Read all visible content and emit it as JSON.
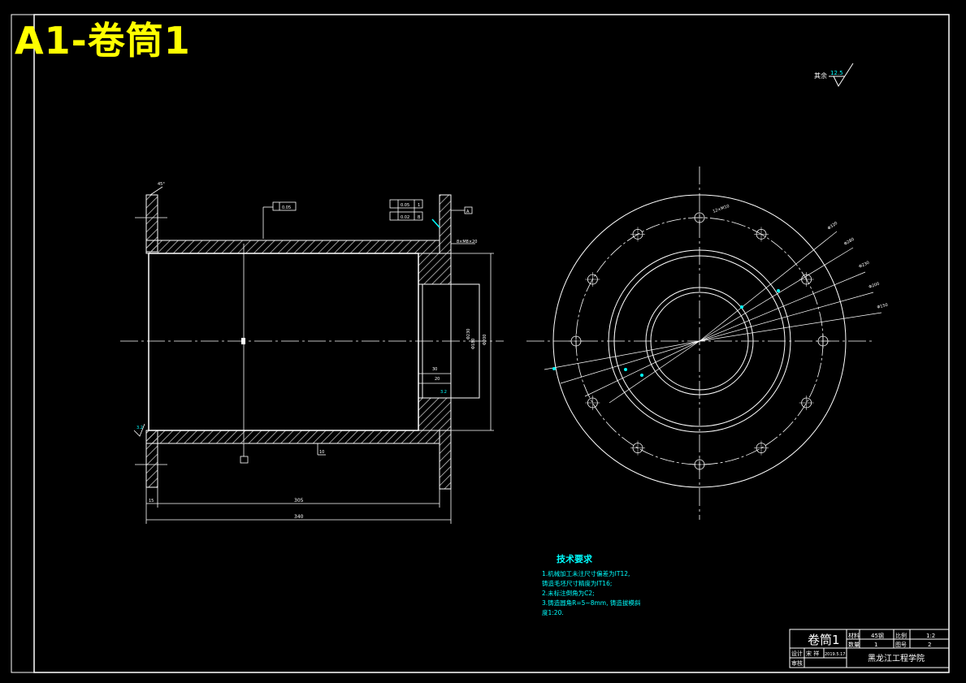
{
  "headline": "A1-卷筒1",
  "roughness": {
    "label": "其余",
    "value": "12.5"
  },
  "tech_requirements": {
    "title": "技术要求",
    "lines": [
      "1.机械加工未注尺寸偏差为IT12,",
      "铸造毛坯尺寸精度为IT16;",
      "2.未标注倒角为C2;",
      "3.铸造圆角R=5~8mm, 铸造拔模斜",
      "度1:20."
    ]
  },
  "title_block": {
    "part_name": "卷筒1",
    "material_label": "材料",
    "material": "45钢",
    "scale_label": "比例",
    "scale": "1:2",
    "quantity_label": "数量",
    "quantity": "1",
    "drawing_no_label": "图号",
    "drawing_no": "2",
    "designer_label": "设计",
    "designer": "宋 祥",
    "date": "2019.5.17",
    "reviewer_label": "审核",
    "school": "黑龙江工程学院"
  },
  "section_view": {
    "tolerance_1": "0.05",
    "tolerance_2": "0.05",
    "tolerance_3": "0.02",
    "datum_a": "A",
    "datum_b": "B",
    "datum_1": "1",
    "dim_overall": "340",
    "dim_inner": "305",
    "dim_flange": "15",
    "dim_hole": "M8",
    "dim_wall": "10",
    "dim_diam_1": "Φ200",
    "dim_diam_2": "Φ180",
    "dim_diam_3": "Φ230",
    "dim_depth": "30",
    "dim_step": "20",
    "roughness_left": "3.2",
    "roughness_right": "3.2",
    "angle_note": "45°",
    "thread_note": "8×M8×20"
  },
  "end_view": {
    "pcd_label": "12×M10",
    "labels": [
      "Φ320",
      "Φ280",
      "Φ230",
      "Φ200",
      "Φ150"
    ]
  }
}
